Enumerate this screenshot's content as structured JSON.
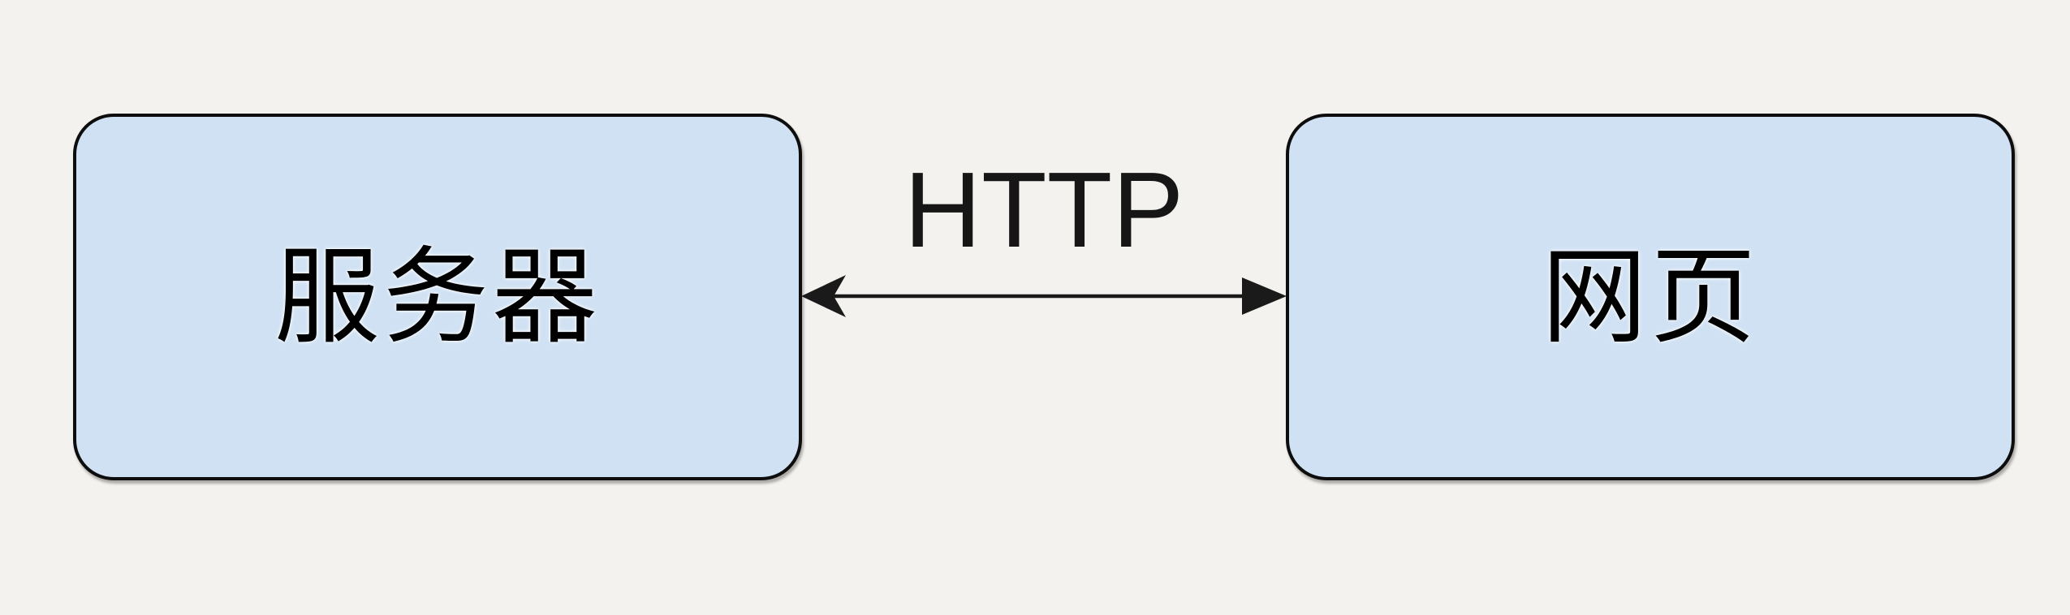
{
  "diagram": {
    "background_color": "#f4f2ee",
    "node_fill_color": "#cfe1f3",
    "node_border_color": "#0d0d0d",
    "arrow_color": "#1a1a1a",
    "nodes": [
      {
        "id": "server",
        "label": "服务器"
      },
      {
        "id": "webpage",
        "label": "网页"
      }
    ],
    "edge": {
      "label": "HTTP",
      "from": "server",
      "to": "webpage",
      "direction": "bidirectional"
    }
  }
}
